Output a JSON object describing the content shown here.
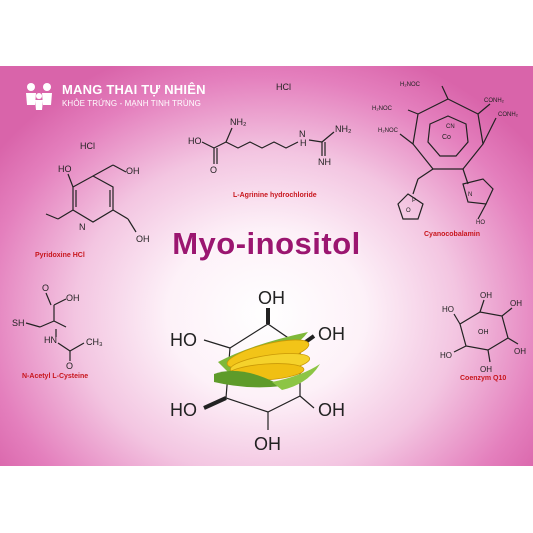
{
  "brand": {
    "name": "MANG THAI TỰ NHIÊN",
    "tagline": "KHỎE TRỨNG - MẠNH TINH TRÙNG"
  },
  "title": "Myo-inositol",
  "compounds": {
    "pyridoxine": {
      "label": "Pyridoxine HCl",
      "salt": "HCl"
    },
    "arginine": {
      "label": "L-Agrinine hydrochloride",
      "salt": "HCl"
    },
    "cyanocobalamin": {
      "label": "Cyanocobalamin"
    },
    "nac": {
      "label": "N-Acetyl L-Cysteine"
    },
    "coq10": {
      "label": "Coenzym Q10"
    }
  },
  "colors": {
    "title": "#9b1670",
    "label": "#c8161d",
    "background": "#e47fbd"
  },
  "icons": [
    "family-logo-icon",
    "corn-icon"
  ]
}
